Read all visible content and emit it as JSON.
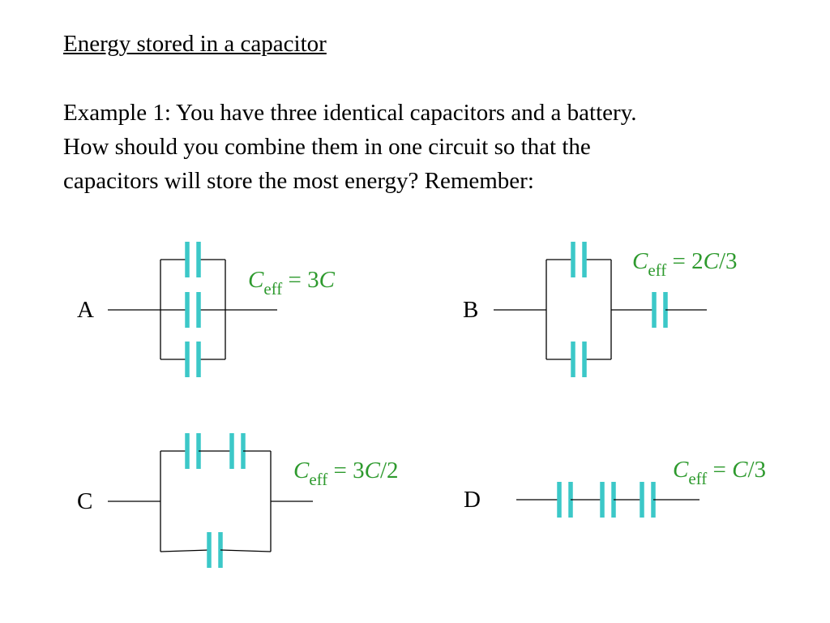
{
  "slide": {
    "title": "Energy stored in a capacitor",
    "paragraph": [
      "Example 1:  You have three identical capacitors and a battery.",
      "How should you combine them in one circuit so that the",
      "capacitors will store the most energy?  Remember:"
    ]
  },
  "circuits": {
    "A": {
      "label": "A",
      "ceff_symbol": "C",
      "ceff_sub": "eff",
      "ceff_eq": " = 3",
      "ceff_var": "C",
      "ceff_tail": ""
    },
    "B": {
      "label": "B",
      "ceff_symbol": "C",
      "ceff_sub": "eff",
      "ceff_eq": " = 2",
      "ceff_var": "C",
      "ceff_tail": "/3"
    },
    "C": {
      "label": "C",
      "ceff_symbol": "C",
      "ceff_sub": "eff",
      "ceff_eq": " = 3",
      "ceff_var": "C",
      "ceff_tail": "/2"
    },
    "D": {
      "label": "D",
      "ceff_symbol": "C",
      "ceff_sub": "eff",
      "ceff_eq": " = ",
      "ceff_var": "C",
      "ceff_tail": "/3"
    }
  },
  "colors": {
    "capacitor": "#3cc8c8",
    "formula": "#2e9a2e",
    "wire": "#000000"
  }
}
